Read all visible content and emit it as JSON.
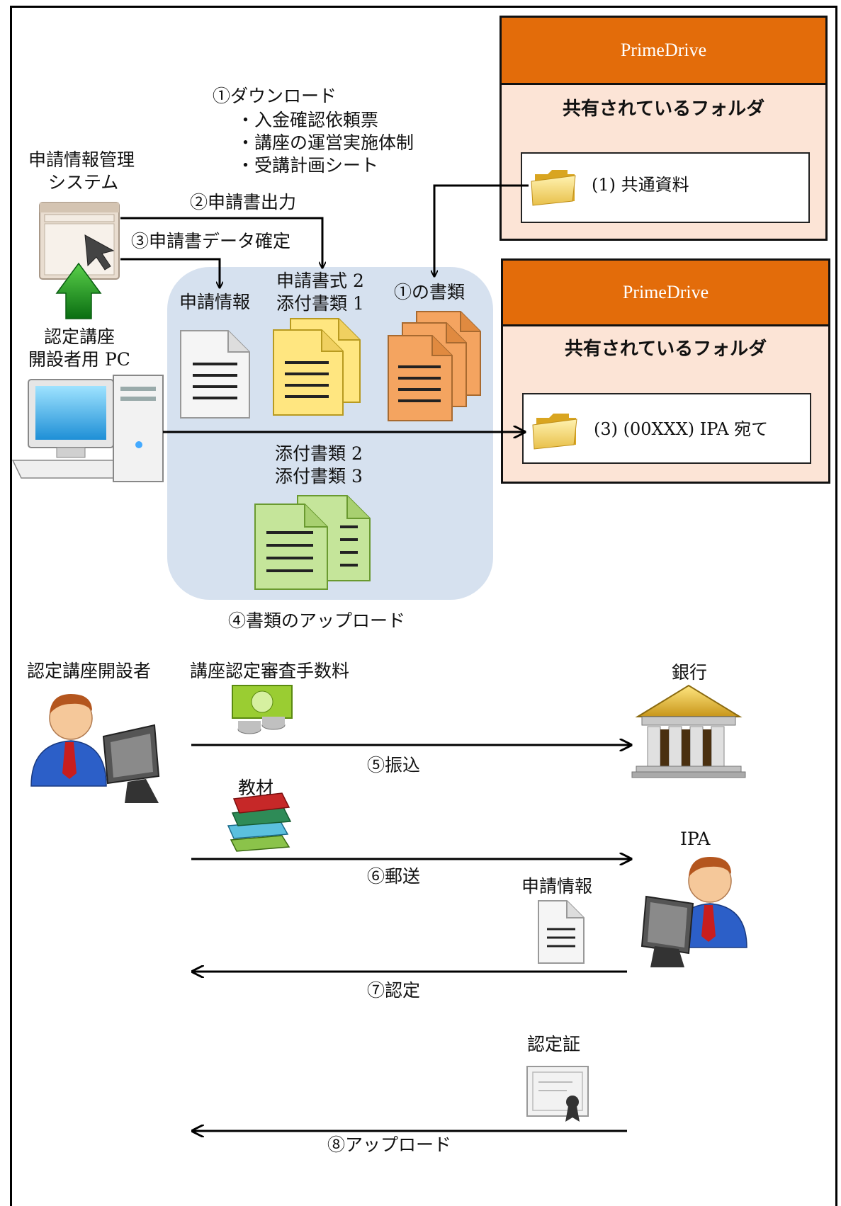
{
  "prime_drive_top": {
    "title": "PrimeDrive",
    "shared_folder_label": "共有されているフォルダ",
    "folder_name": "(1) 共通資料"
  },
  "prime_drive_bottom": {
    "title": "PrimeDrive",
    "shared_folder_label": "共有されているフォルダ",
    "folder_name": "(3) (00XXX) IPA 宛て"
  },
  "download": {
    "title": "①ダウンロード",
    "items": [
      "・入金確認依頼票",
      "・講座の運営実施体制",
      "・受講計画シート"
    ]
  },
  "system": {
    "line1": "申請情報管理",
    "line2": "システム"
  },
  "pc": {
    "line1": "認定講座",
    "line2": "開設者用 PC"
  },
  "steps": {
    "output": "②申請書出力",
    "confirm": "③申請書データ確定",
    "upload_docs": "④書類のアップロード",
    "transfer": "⑤振込",
    "mail": "⑥郵送",
    "certify": "⑦認定",
    "upload": "⑧アップロード"
  },
  "documents": {
    "app_info": "申請情報",
    "form_line1": "申請書式 2",
    "form_line2": "添付書類 1",
    "doc1": "①の書類",
    "attach_line1": "添付書類 2",
    "attach_line2": "添付書類 3"
  },
  "actors": {
    "applicant": "認定講座開設者",
    "bank": "銀行",
    "ipa": "IPA"
  },
  "items": {
    "fee": "講座認定審査手数料",
    "materials": "教材",
    "app_info": "申請情報",
    "certificate": "認定証"
  },
  "colors": {
    "prime_drive_header": "#e36c0a",
    "prime_drive_body": "#fce4d6",
    "upload_area": "#d6e1ef",
    "doc_yellow": "#ffe680",
    "doc_orange": "#f4a460",
    "doc_green": "#c5e59a"
  }
}
